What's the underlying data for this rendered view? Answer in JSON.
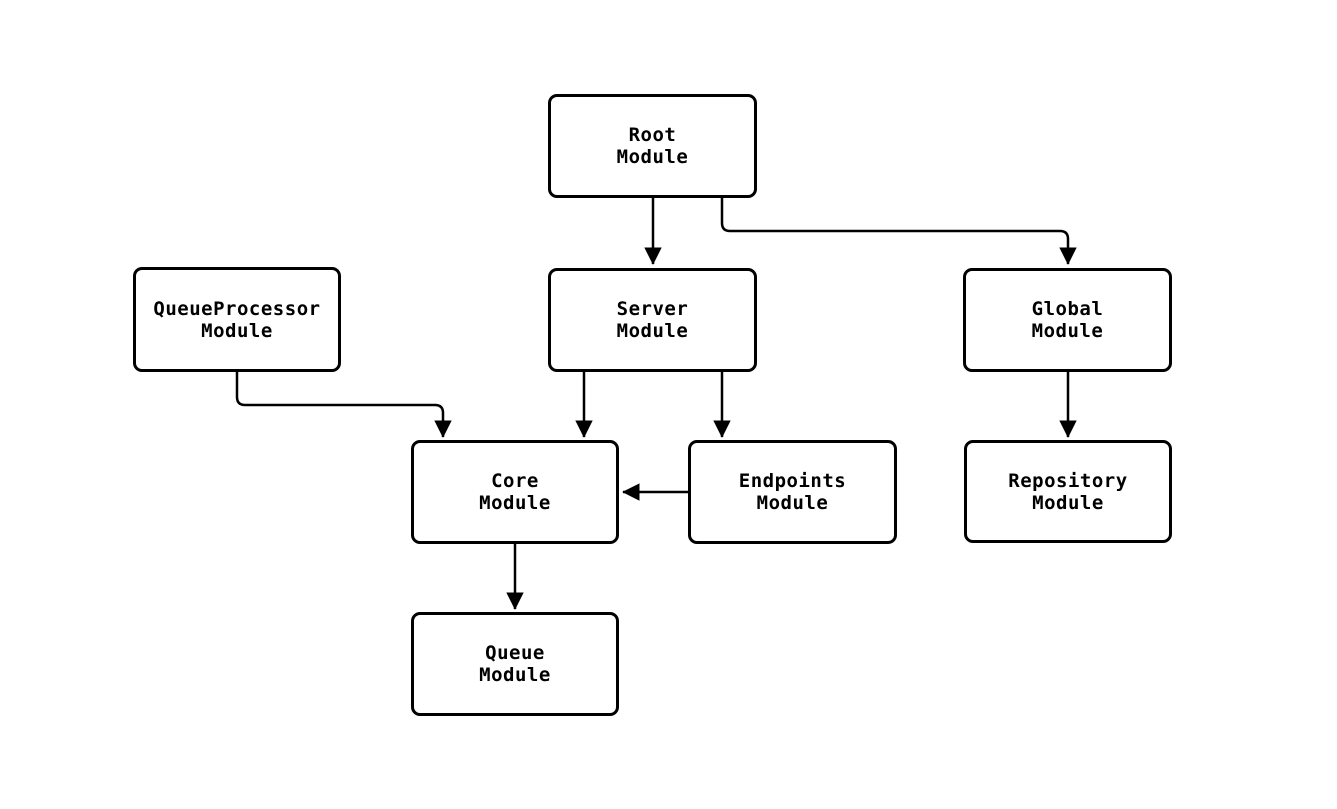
{
  "diagram": {
    "background_color": "#ffffff",
    "stroke_color": "#000000",
    "nodes": {
      "root": {
        "label": "Root\nModule"
      },
      "queue_processor": {
        "label": "QueueProcessor\nModule"
      },
      "server": {
        "label": "Server\nModule"
      },
      "global": {
        "label": "Global\nModule"
      },
      "core": {
        "label": "Core\nModule"
      },
      "endpoints": {
        "label": "Endpoints\nModule"
      },
      "repository": {
        "label": "Repository\nModule"
      },
      "queue": {
        "label": "Queue\nModule"
      }
    },
    "edges": [
      {
        "from": "Root Module",
        "to": "Server Module"
      },
      {
        "from": "Root Module",
        "to": "Global Module"
      },
      {
        "from": "QueueProcessor Module",
        "to": "Core Module"
      },
      {
        "from": "Server Module",
        "to": "Core Module"
      },
      {
        "from": "Server Module",
        "to": "Endpoints Module"
      },
      {
        "from": "Endpoints Module",
        "to": "Core Module"
      },
      {
        "from": "Global Module",
        "to": "Repository Module"
      },
      {
        "from": "Core Module",
        "to": "Queue Module"
      }
    ]
  }
}
